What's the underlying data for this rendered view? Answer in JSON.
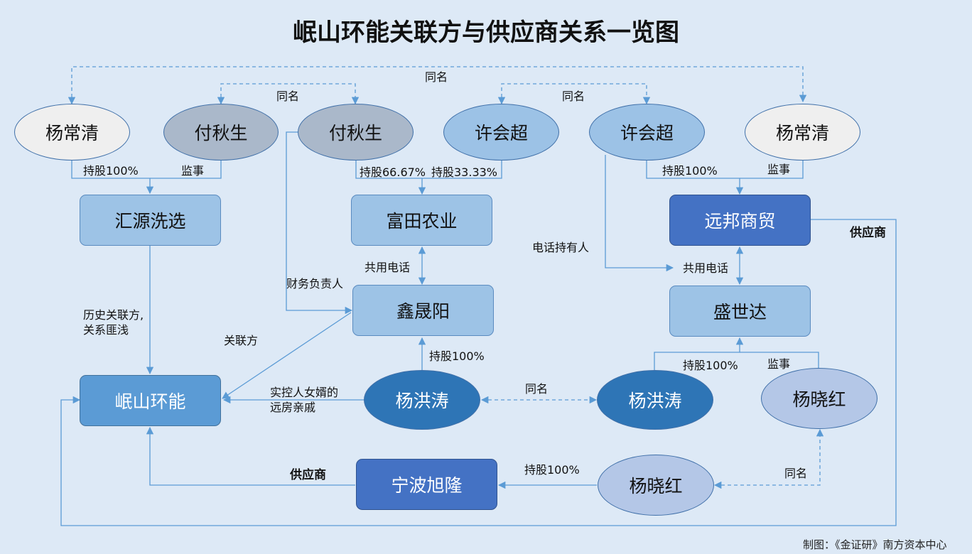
{
  "title": "岷山环能关联方与供应商关系一览图",
  "credit": "制图：《金证研》南方资本中心",
  "nodes": {
    "yang_changqing_l": "杨常清",
    "fu_qiusheng_1": "付秋生",
    "fu_qiusheng_2": "付秋生",
    "xu_huichao_1": "许会超",
    "xu_huichao_2": "许会超",
    "yang_changqing_r": "杨常清",
    "huiyuan": "汇源洗选",
    "futian": "富田农业",
    "yuanbang": "远邦商贸",
    "xinshengyang": "鑫晟阳",
    "shengshida": "盛世达",
    "minshan": "岷山环能",
    "yang_hongtao_1": "杨洪涛",
    "yang_hongtao_2": "杨洪涛",
    "yang_xiaohong_1": "杨晓红",
    "ningbo": "宁波旭隆",
    "yang_xiaohong_2": "杨晓红"
  },
  "labels": {
    "same_name_top": "同名",
    "same_name_fu": "同名",
    "same_name_xu": "同名",
    "hold_100_huiyuan": "持股100%",
    "supervisor_huiyuan": "监事",
    "hold_6667": "持股66.67%",
    "hold_3333": "持股33.33%",
    "hold_100_yuanbang": "持股100%",
    "supervisor_yuanbang": "监事",
    "supplier_right": "供应商",
    "phone_holder": "电话持有人",
    "shared_phone_1": "共用电话",
    "shared_phone_2": "共用电话",
    "finance_head": "财务负责人",
    "history_related": "历史关联方,\n关系匪浅",
    "related_party": "关联方",
    "hold_100_xinshengyang": "持股100%",
    "hold_100_shengshida": "持股100%",
    "supervisor_shengshida": "监事",
    "son_in_law": "实控人女婿的\n远房亲戚",
    "same_name_hongtao": "同名",
    "supplier_bottom": "供应商",
    "hold_100_ningbo": "持股100%",
    "same_name_xiaohong": "同名"
  },
  "colors": {
    "background": "#dde9f6",
    "line": "#5b9bd5",
    "ellipse_white": "#efefef",
    "ellipse_gray": "#aab8ca",
    "ellipse_blue": "#9cc2e6",
    "ellipse_dark": "#2e75b6",
    "ellipse_lavender": "#b4c7e7",
    "rect_light": "#9dc3e6",
    "rect_dark": "#4472c4",
    "rect_mid": "#5b9bd5"
  }
}
